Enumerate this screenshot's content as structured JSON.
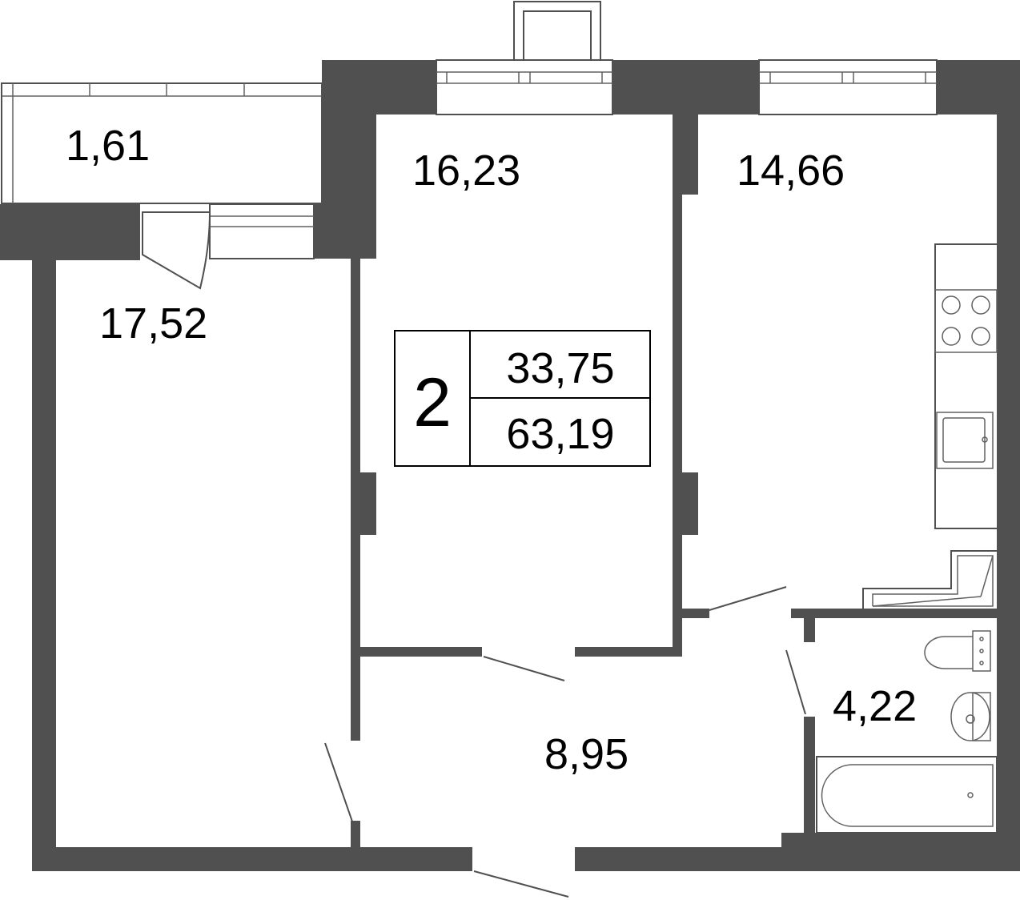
{
  "rooms": {
    "balcony": "1,61",
    "bedroom": "16,23",
    "kitchen": "14,66",
    "living": "17,52",
    "hall": "8,95",
    "bathroom": "4,22"
  },
  "summary": {
    "rooms_count": "2",
    "living_area": "33,75",
    "total_area": "63,19"
  },
  "colors": {
    "wall": "#505050",
    "background": "#ffffff"
  }
}
